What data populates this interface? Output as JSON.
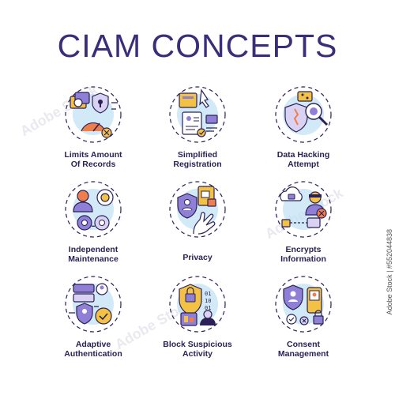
{
  "title": "CIAM CONCEPTS",
  "colors": {
    "outline": "#2b2156",
    "purple": "#8f7fd6",
    "light_blue": "#bfe0f3",
    "yellow": "#f3c244",
    "orange": "#f07e4a",
    "blue": "#64b7e6",
    "light_purple": "#d9d2f3"
  },
  "icons": [
    {
      "label": [
        "Limits Amount",
        "Of Records"
      ],
      "icon": "folders-lock-gauge-icon"
    },
    {
      "label": [
        "Simplified",
        "Registration"
      ],
      "icon": "registration-click-icon"
    },
    {
      "label": [
        "Data Hacking",
        "Attempt"
      ],
      "icon": "shield-magnifier-icon"
    },
    {
      "label": [
        "Independent",
        "Maintenance"
      ],
      "icon": "user-gears-icon"
    },
    {
      "label": [
        "Privacy"
      ],
      "icon": "hand-shield-user-icon"
    },
    {
      "label": [
        "Encrypts",
        "Information"
      ],
      "icon": "cloud-hacker-icon"
    },
    {
      "label": [
        "Adaptive",
        "Authentication"
      ],
      "icon": "server-shield-gears-icon"
    },
    {
      "label": [
        "Block Suspicious",
        "Activity"
      ],
      "icon": "binary-shield-icon"
    },
    {
      "label": [
        "Consent",
        "Management"
      ],
      "icon": "phone-shield-consent-icon"
    }
  ],
  "side_text": "Adobe Stock | #552044838"
}
